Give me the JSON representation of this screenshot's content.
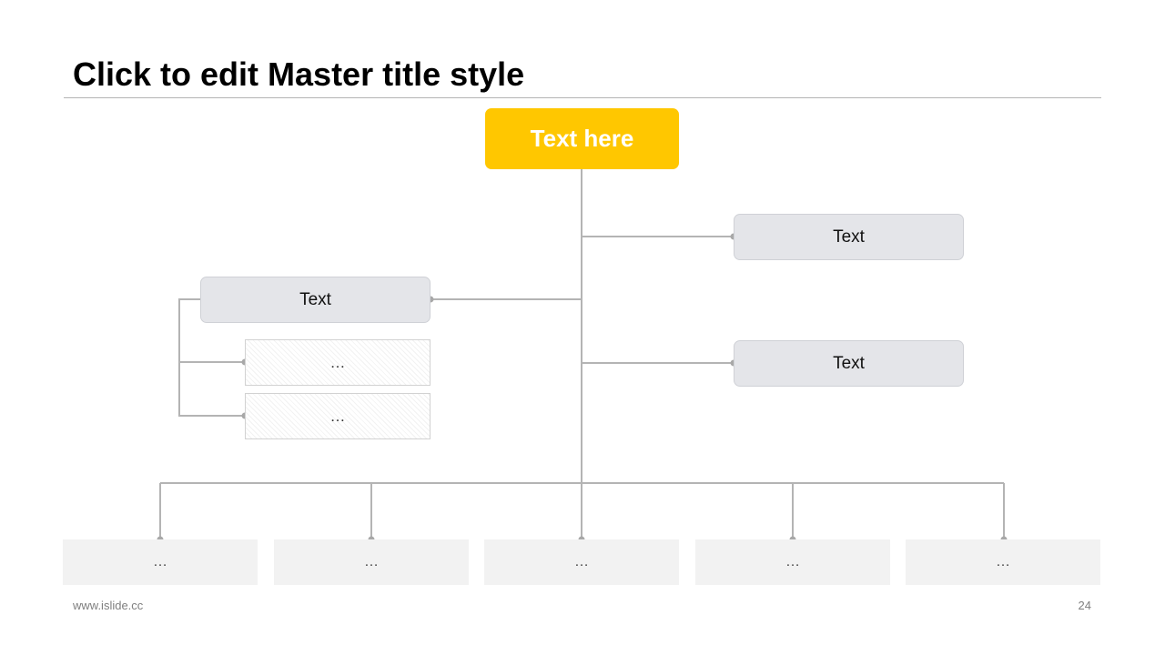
{
  "slide": {
    "title": "Click to edit Master title style",
    "footer_url": "www.islide.cc",
    "page_number": "24"
  },
  "diagram": {
    "root": {
      "label": "Text here",
      "color": "#ffc700"
    },
    "branches": [
      {
        "label": "Text"
      },
      {
        "label": "Text"
      },
      {
        "label": "Text"
      }
    ],
    "sub_items": [
      {
        "label": "…"
      },
      {
        "label": "…"
      }
    ],
    "bottom_items": [
      {
        "label": "…"
      },
      {
        "label": "…"
      },
      {
        "label": "…"
      },
      {
        "label": "…"
      },
      {
        "label": "…"
      }
    ],
    "connector_color": "#b4b4b4",
    "node_fill": "#e4e5e9"
  }
}
